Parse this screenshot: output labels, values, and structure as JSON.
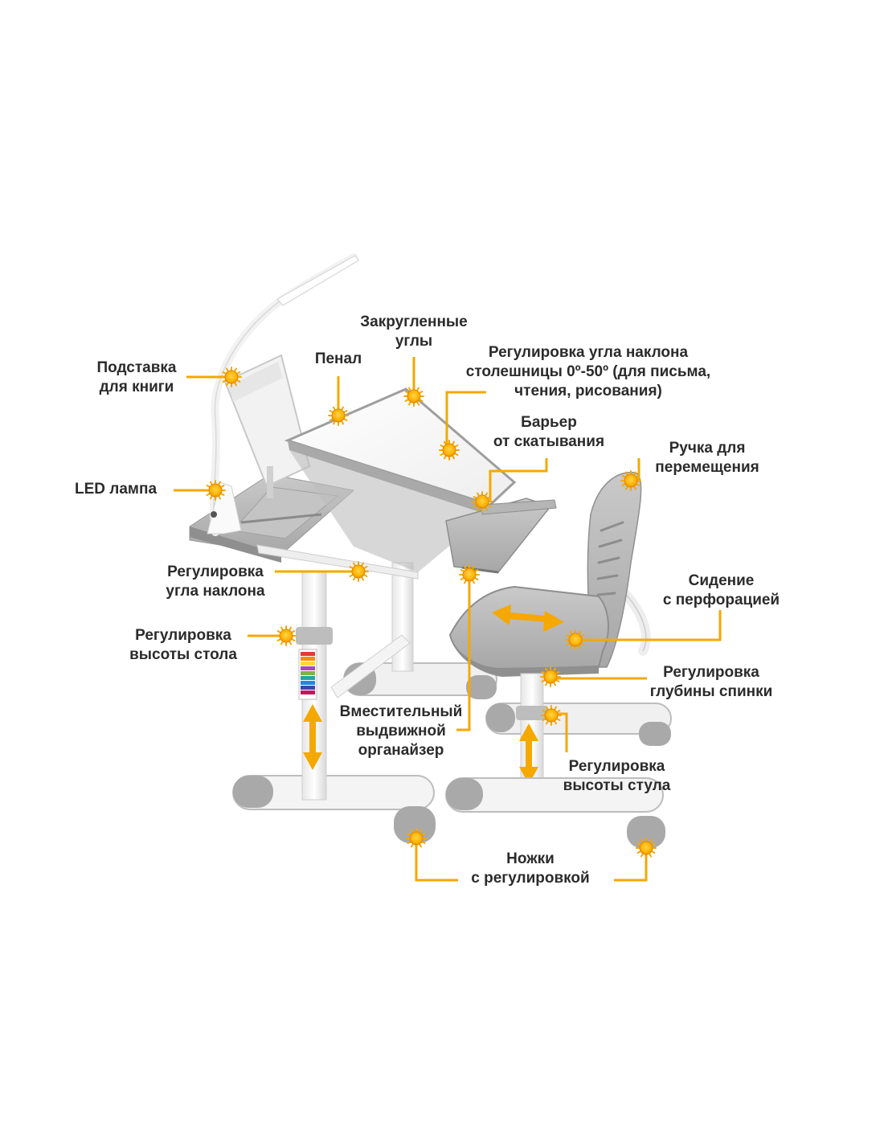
{
  "diagram": {
    "accent_color": "#F5A800",
    "marker_icon": "sun-marker-icon",
    "callouts": [
      {
        "id": "book-stand",
        "lines": [
          "Подставка",
          "для книги"
        ]
      },
      {
        "id": "pencil-case",
        "lines": [
          "Пенал"
        ]
      },
      {
        "id": "rounded-corners",
        "lines": [
          "Закругленные",
          "углы"
        ]
      },
      {
        "id": "tilt-range",
        "lines": [
          "Регулировка угла наклона",
          "столешницы 0º-50º (для письма,",
          "чтения, рисования)"
        ]
      },
      {
        "id": "anti-roll-barrier",
        "lines": [
          "Барьер",
          "от скатывания"
        ]
      },
      {
        "id": "carry-handle",
        "lines": [
          "Ручка для",
          "перемещения"
        ]
      },
      {
        "id": "led-lamp",
        "lines": [
          "LED лампа"
        ]
      },
      {
        "id": "tilt-adjust",
        "lines": [
          "Регулировка",
          "угла наклона"
        ]
      },
      {
        "id": "perforated-seat",
        "lines": [
          "Сидение",
          "с перфорацией"
        ]
      },
      {
        "id": "desk-height",
        "lines": [
          "Регулировка",
          "высоты стола"
        ]
      },
      {
        "id": "backrest-depth",
        "lines": [
          "Регулировка",
          "глубины спинки"
        ]
      },
      {
        "id": "organizer",
        "lines": [
          "Вместительный",
          "выдвижной",
          "органайзер"
        ]
      },
      {
        "id": "chair-height",
        "lines": [
          "Регулировка",
          "высоты стула"
        ]
      },
      {
        "id": "adjustable-feet",
        "lines": [
          "Ножки",
          "с регулировкой"
        ]
      }
    ]
  }
}
